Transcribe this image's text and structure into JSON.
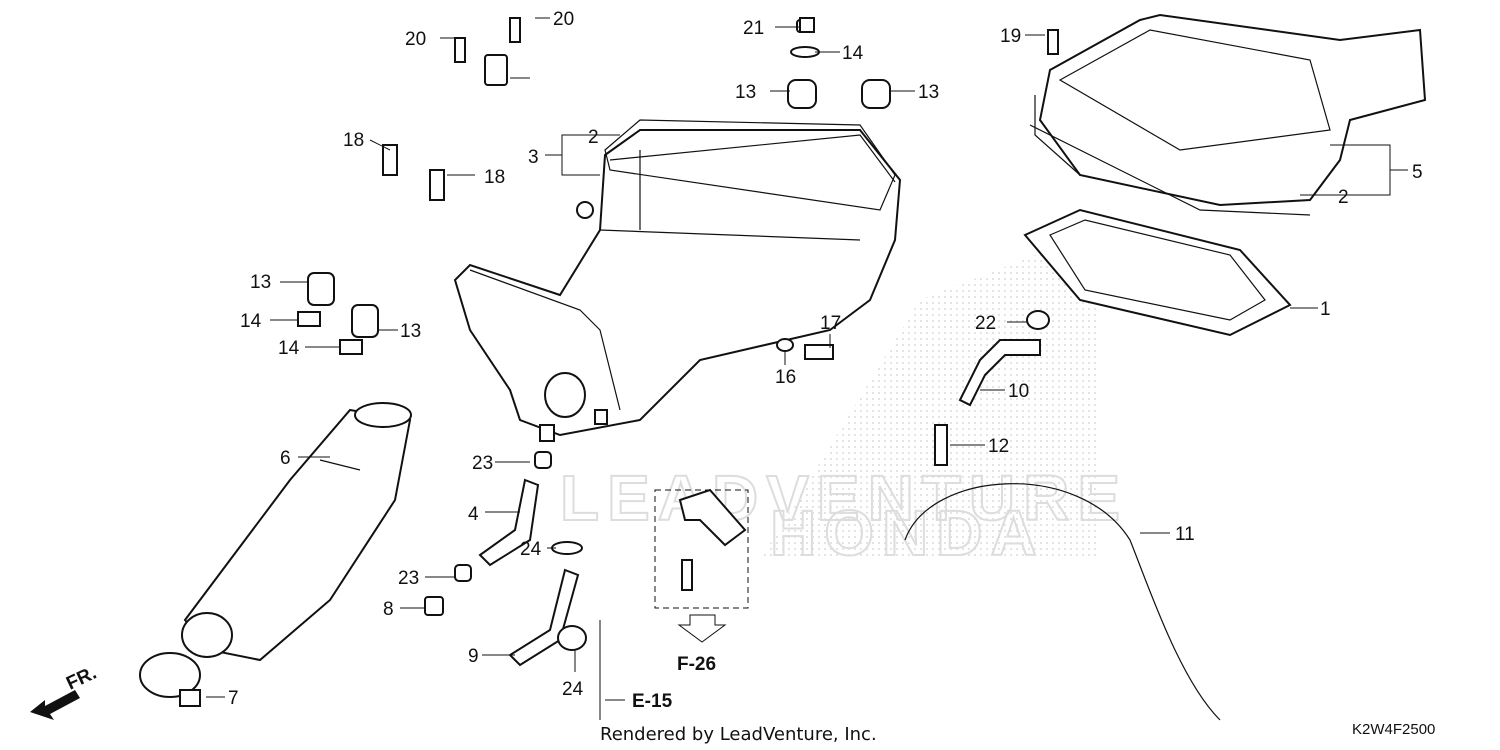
{
  "callouts": {
    "c1": "1",
    "c2a": "2",
    "c2b": "2",
    "c3": "3",
    "c4": "4",
    "c5": "5",
    "c6": "6",
    "c7": "7",
    "c8": "8",
    "c9": "9",
    "c10": "10",
    "c11": "11",
    "c12": "12",
    "c13a": "13",
    "c13b": "13",
    "c13c": "13",
    "c13d": "13",
    "c14a": "14",
    "c14b": "14",
    "c14c": "14",
    "c16": "16",
    "c17": "17",
    "c18a": "18",
    "c18b": "18",
    "c19": "19",
    "c20a": "20",
    "c20b": "20",
    "c21": "21",
    "c22": "22",
    "c23a": "23",
    "c23b": "23",
    "c24a": "24",
    "c24b": "24"
  },
  "refs": {
    "f26": "F-26",
    "e15": "E-15",
    "front": "FR."
  },
  "footer": {
    "rendered_by": "Rendered by LeadVenture, Inc.",
    "diagram_code": "K2W4F2500"
  },
  "watermark": {
    "line1": "LEADVENTURE",
    "line2": "HONDA"
  }
}
